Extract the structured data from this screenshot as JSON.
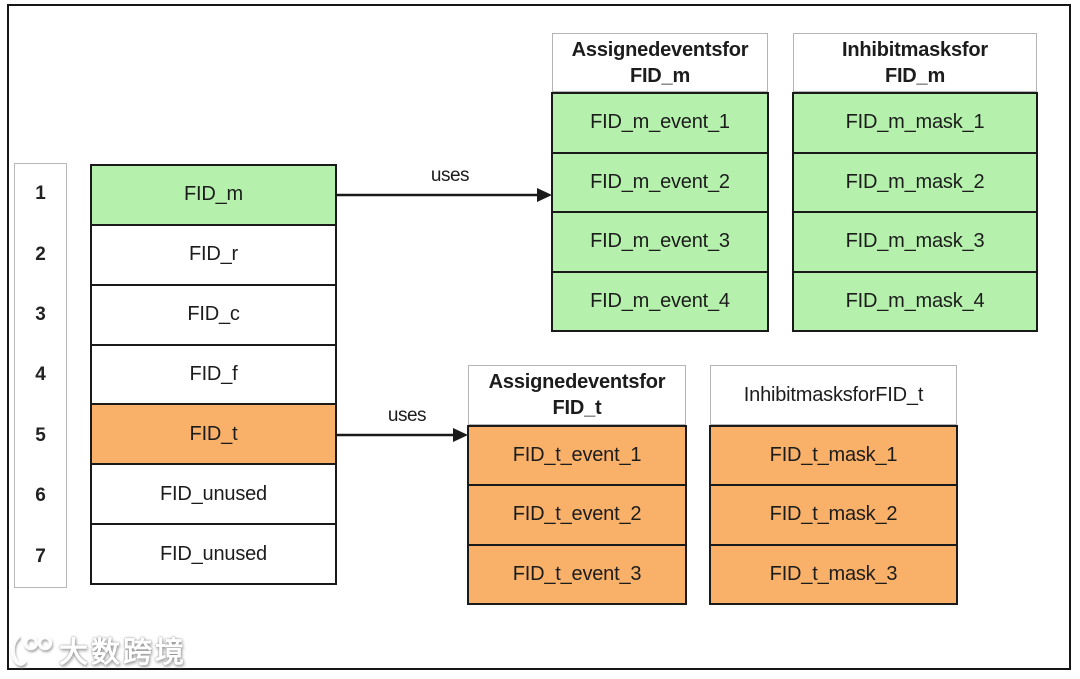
{
  "fid_table": {
    "rows": [
      {
        "index": "1",
        "label": "FID_m",
        "fill": "green"
      },
      {
        "index": "2",
        "label": "FID_r",
        "fill": "white"
      },
      {
        "index": "3",
        "label": "FID_c",
        "fill": "white"
      },
      {
        "index": "4",
        "label": "FID_f",
        "fill": "white"
      },
      {
        "index": "5",
        "label": "FID_t",
        "fill": "orange"
      },
      {
        "index": "6",
        "label": "FID_unused",
        "fill": "white"
      },
      {
        "index": "7",
        "label": "FID_unused",
        "fill": "white"
      }
    ]
  },
  "arrows": [
    {
      "label": "uses"
    },
    {
      "label": "uses"
    }
  ],
  "tables": [
    {
      "title_line1": "Assignedeventsfor",
      "title_line2": "FID_m",
      "cells": [
        "FID_m_event_1",
        "FID_m_event_2",
        "FID_m_event_3",
        "FID_m_event_4"
      ]
    },
    {
      "title_line1": "Inhibitmasksfor",
      "title_line2": "FID_m",
      "cells": [
        "FID_m_mask_1",
        "FID_m_mask_2",
        "FID_m_mask_3",
        "FID_m_mask_4"
      ]
    },
    {
      "title_line1": "Assignedeventsfor",
      "title_line2": "FID_t",
      "cells": [
        "FID_t_event_1",
        "FID_t_event_2",
        "FID_t_event_3"
      ]
    },
    {
      "title_line1": "InhibitmasksforFID_t",
      "title_line2": "",
      "cells": [
        "FID_t_mask_1",
        "FID_t_mask_2",
        "FID_t_mask_3"
      ]
    }
  ],
  "colors": {
    "green": "#b5f1ac",
    "orange": "#f9b169",
    "white": "#ffffff"
  },
  "watermark": {
    "text": "大数跨境"
  }
}
